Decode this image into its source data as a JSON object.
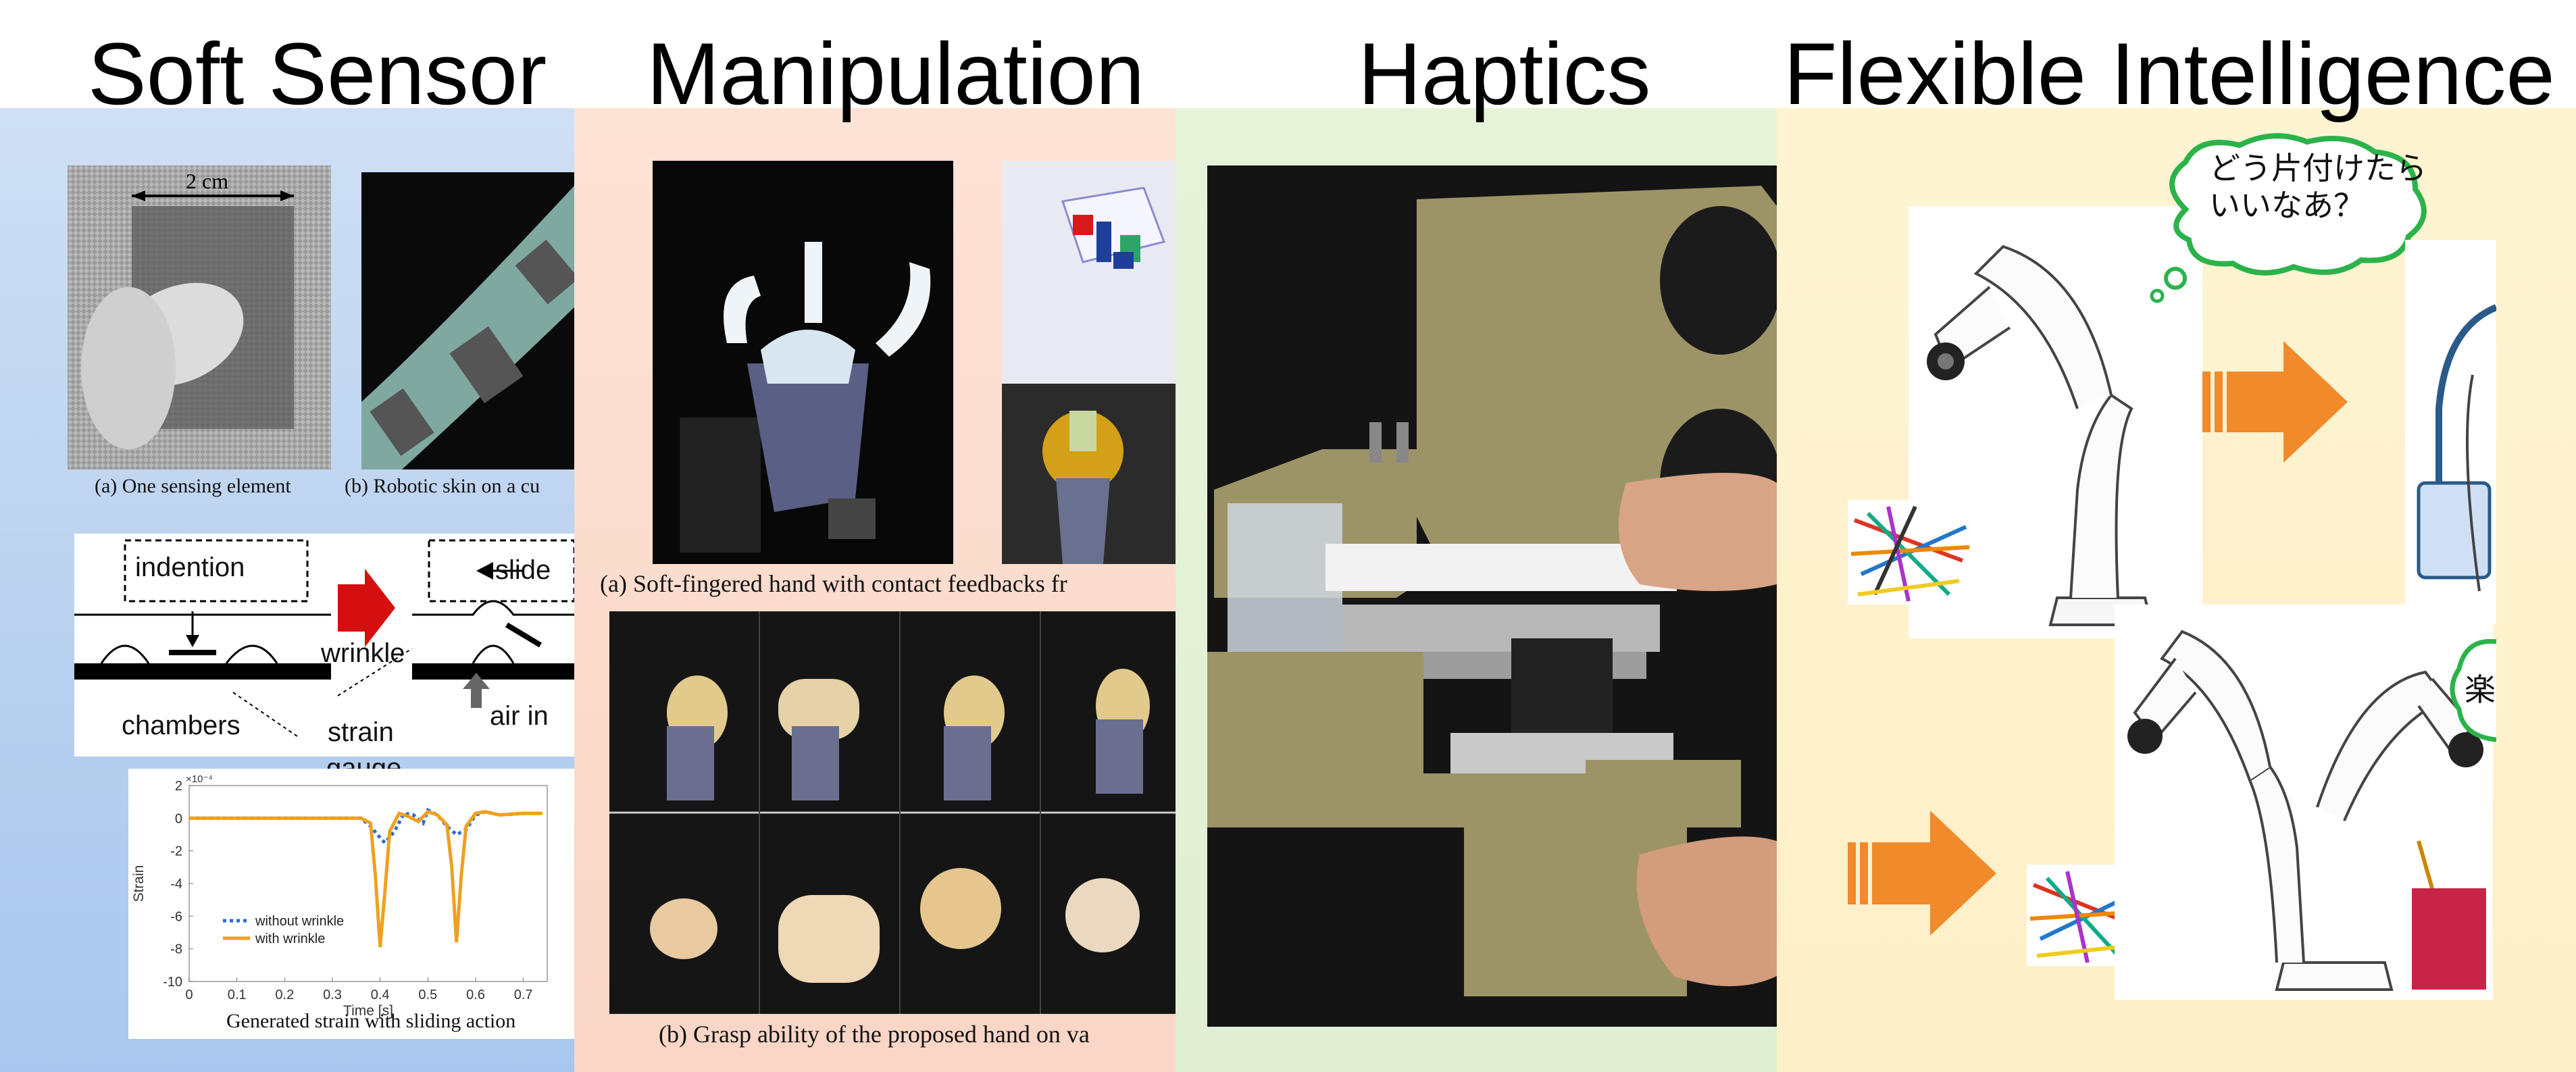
{
  "sections": {
    "soft_sensor": {
      "title": "Soft Sensor",
      "top_dimension": "2 cm",
      "caption_a": "(a) One sensing element",
      "caption_b": "(b) Robotic skin on a cu",
      "diagram": {
        "indention": "indention",
        "slide": "slide",
        "wrinkle": "wrinkle",
        "chambers": "chambers",
        "strain": "strain",
        "gauge": "gauge",
        "air_in": "air in"
      },
      "plot_caption": "Generated strain with sliding action",
      "chart_data": {
        "type": "line",
        "xlabel": "Time [s]",
        "ylabel": "Strain",
        "y_scale_label": "×10⁻⁴",
        "xlim": [
          0,
          0.75
        ],
        "ylim": [
          -10,
          2
        ],
        "x_ticks": [
          "0",
          "0.1",
          "0.2",
          "0.3",
          "0.4",
          "0.5",
          "0.6",
          "0.7"
        ],
        "y_ticks": [
          "2",
          "0",
          "-2",
          "-4",
          "-6",
          "-8",
          "-10"
        ],
        "legend_position": "lower-left",
        "series": [
          {
            "name": "without wrinkle",
            "color": "#2a6fd1",
            "style": "dotted",
            "x": [
              0,
              0.2,
              0.3,
              0.36,
              0.38,
              0.4,
              0.41,
              0.43,
              0.45,
              0.47,
              0.49,
              0.5,
              0.52,
              0.54,
              0.56,
              0.58,
              0.6,
              0.62,
              0.65,
              0.7,
              0.74
            ],
            "y": [
              0,
              0,
              0,
              0,
              -0.5,
              -1.2,
              -1.5,
              -0.8,
              0.3,
              0.2,
              -0.3,
              0.5,
              0.2,
              -0.5,
              -1.0,
              -0.7,
              0.2,
              0.4,
              0.2,
              0.3,
              0.3
            ]
          },
          {
            "name": "with wrinkle",
            "color": "#f0a020",
            "style": "solid",
            "x": [
              0,
              0.2,
              0.3,
              0.36,
              0.38,
              0.39,
              0.4,
              0.41,
              0.42,
              0.44,
              0.46,
              0.48,
              0.5,
              0.52,
              0.54,
              0.55,
              0.56,
              0.57,
              0.58,
              0.6,
              0.62,
              0.65,
              0.7,
              0.74
            ],
            "y": [
              0,
              0,
              0,
              0,
              -0.3,
              -3.5,
              -7.9,
              -4.5,
              -0.8,
              0.3,
              0.1,
              -0.2,
              0.4,
              0.2,
              -0.4,
              -3.0,
              -7.6,
              -3.5,
              -0.5,
              0.3,
              0.4,
              0.2,
              0.3,
              0.3
            ]
          }
        ]
      }
    },
    "manipulation": {
      "title": "Manipulation",
      "caption_a": "(a) Soft-fingered hand with contact feedbacks fr",
      "caption_b": "(b) Grasp ability of the proposed hand on va"
    },
    "haptics": {
      "title": "Haptics"
    },
    "flexible_intelligence": {
      "title": "Flexible Intelligence",
      "bubble_1_line1": "どう片付けたら",
      "bubble_1_line2": "いいなあ？",
      "bubble_2": "楽"
    }
  }
}
